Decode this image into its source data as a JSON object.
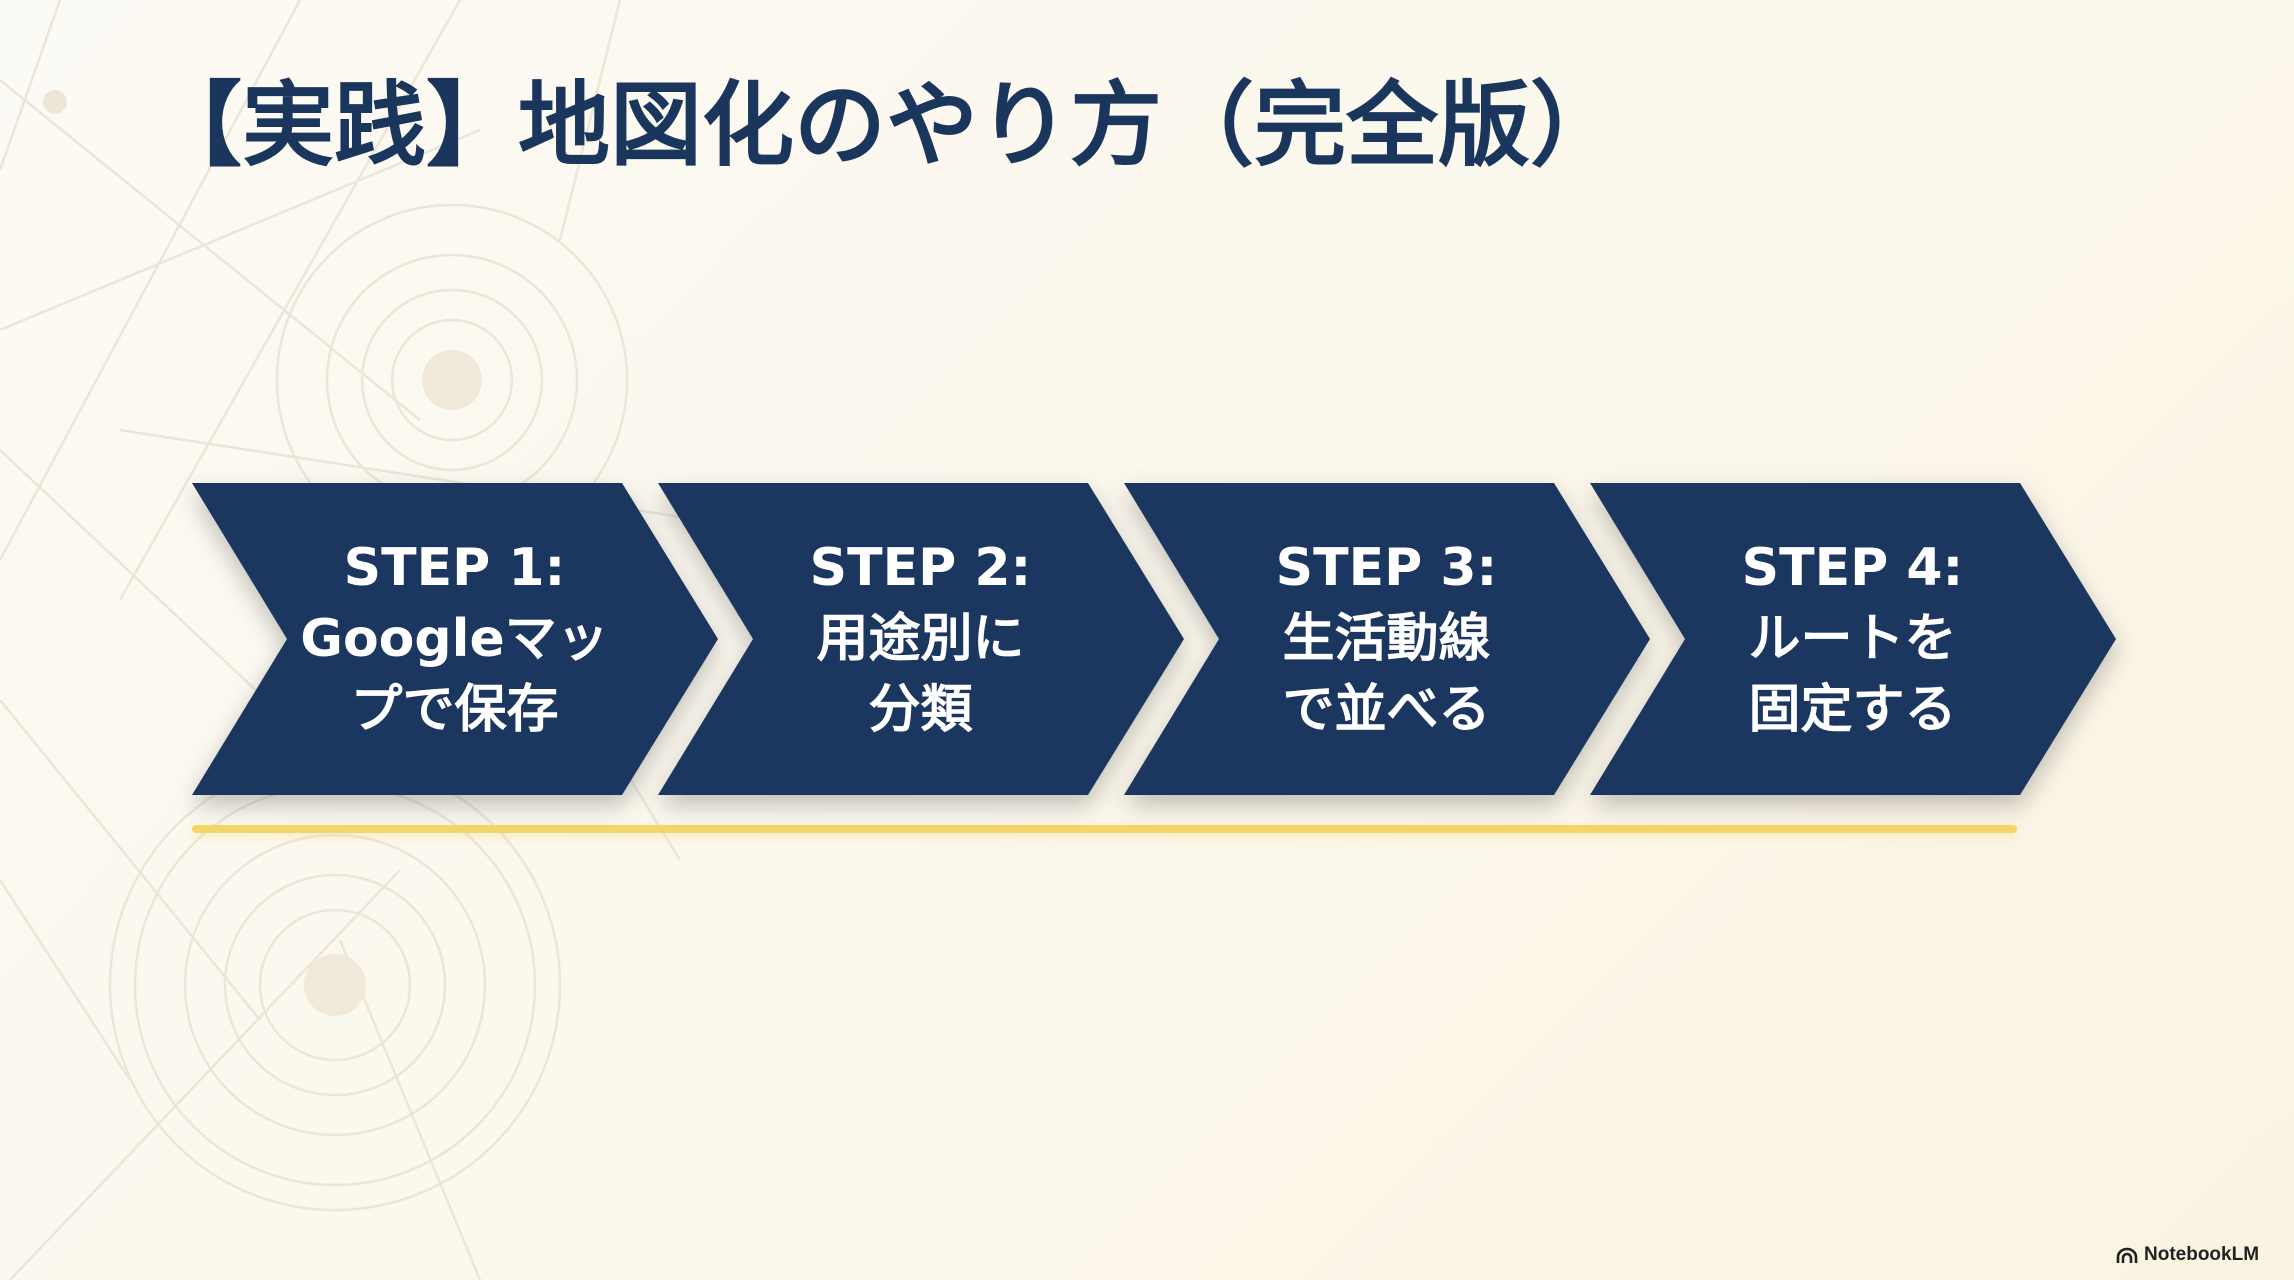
{
  "slide": {
    "title": "【実践】地図化のやり方（完全版）",
    "background_color": "#FBF6EA",
    "accent_color": "#1B365F",
    "underline_color": "#F3D667"
  },
  "steps": [
    {
      "label": "STEP 1:",
      "lines": [
        "Googleマッ",
        "プで保存"
      ]
    },
    {
      "label": "STEP 2:",
      "lines": [
        "用途別に",
        "分類"
      ]
    },
    {
      "label": "STEP 3:",
      "lines": [
        "生活動線",
        "で並べる"
      ]
    },
    {
      "label": "STEP 4:",
      "lines": [
        "ルートを",
        "固定する"
      ]
    }
  ],
  "brand": {
    "icon": "notebooklm-logo-icon",
    "name": "NotebookLM"
  }
}
